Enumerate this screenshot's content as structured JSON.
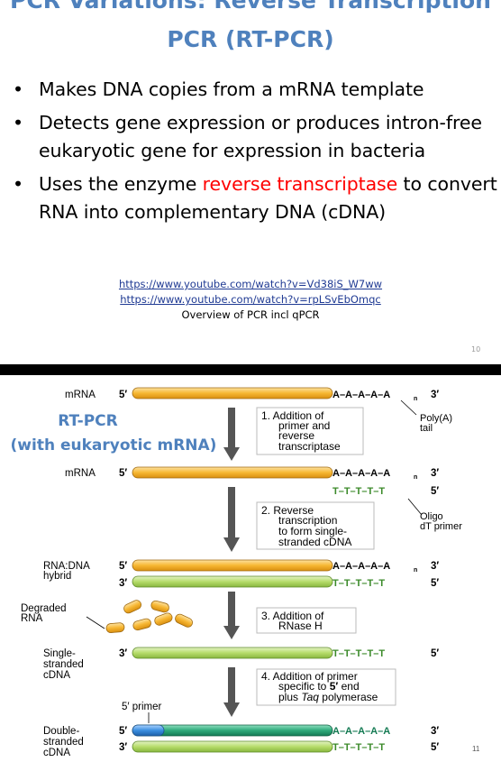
{
  "slide1": {
    "title_line1": "PCR Variations: Reverse Transcription",
    "title_line2": "PCR (RT-PCR)",
    "bullets": [
      {
        "text": "Makes DNA copies from a mRNA template"
      },
      {
        "text": "Detects gene expression or produces intron-free eukaryotic gene for expression in bacteria"
      },
      {
        "before": "Uses the enzyme ",
        "highlight": "reverse transcriptase",
        "after": " to convert RNA into complementary DNA (cDNA)"
      }
    ],
    "bullet_symbol": "•",
    "link1": "https://www.youtube.com/watch?v=Vd38iS_W7ww",
    "link2": "https://www.youtube.com/watch?v=rpLSvEbOmqc",
    "caption": "Overview of PCR incl qPCR",
    "page_number": "10",
    "highlight_color": "#ff0000",
    "title_color": "#4f81bd"
  },
  "slide2": {
    "heading_line1": "RT-PCR",
    "heading_line2": "(with eukaryotic mRNA)",
    "page_number": "11",
    "labels": {
      "mrna": "mRNA",
      "rna_dna_1": "RNA:DNA",
      "rna_dna_2": "hybrid",
      "degraded_1": "Degraded",
      "degraded_2": "RNA",
      "single_1": "Single-",
      "single_2": "stranded",
      "single_3": "cDNA",
      "double_1": "Double-",
      "double_2": "stranded",
      "double_3": "cDNA",
      "five_prime": "5′",
      "three_prime": "3′",
      "polya_1": "Poly(A)",
      "polya_2": "tail",
      "oligo_1": "Oligo",
      "oligo_2": "dT primer",
      "primer": "5′ primer",
      "poly_a_seq": "A–A–A–A–A",
      "poly_a_seq_n": "n",
      "poly_t_seq": "T–T–T–T–T"
    },
    "steps": {
      "s1": [
        "1. Addition of",
        "primer and",
        "reverse",
        "transcriptase"
      ],
      "s2": [
        "2. Reverse",
        "transcription",
        "to form single-",
        "stranded cDNA"
      ],
      "s3": [
        "3. Addition of",
        "RNase H"
      ],
      "s4_l1": "4. Addition of primer",
      "s4_l2_a": "specific to ",
      "s4_l2_b": "5′",
      "s4_l2_c": " end",
      "s4_l3_a": "plus ",
      "s4_l3_b": "Taq",
      "s4_l3_c": " polymerase"
    },
    "colors": {
      "mrna_fill": "#f7b733",
      "cdna_fill": "#b6dc6a",
      "ds_fill": "#2eaa7a",
      "primer_fill": "#3b8ee0",
      "arrow": "#555555"
    }
  }
}
